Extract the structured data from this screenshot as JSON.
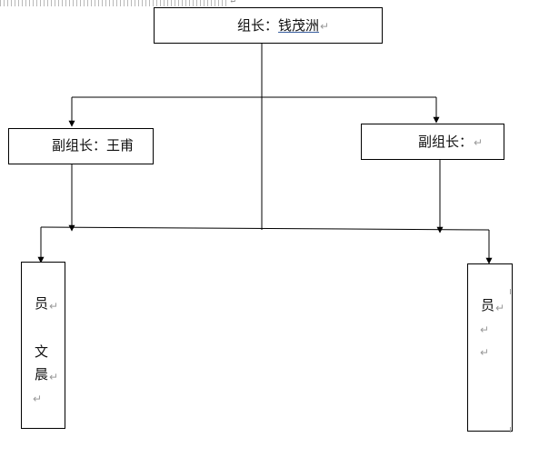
{
  "leader": {
    "title_label": "组长：",
    "name": "钱茂洲",
    "para_mark": "↵"
  },
  "deputy_left": {
    "label": "副组长：王甫"
  },
  "deputy_right": {
    "label": "副组长：",
    "para_mark": "↵"
  },
  "member_left": {
    "line1": "员",
    "line2": "文",
    "line3": "晨",
    "para_mark": "↵"
  },
  "member_right": {
    "line1": "员",
    "para_mark": "↵"
  },
  "top_para_mark": "↵",
  "colors": {
    "line": "#000000",
    "para_mark": "#9a9a9a",
    "link_underline": "#3a5fa0"
  }
}
